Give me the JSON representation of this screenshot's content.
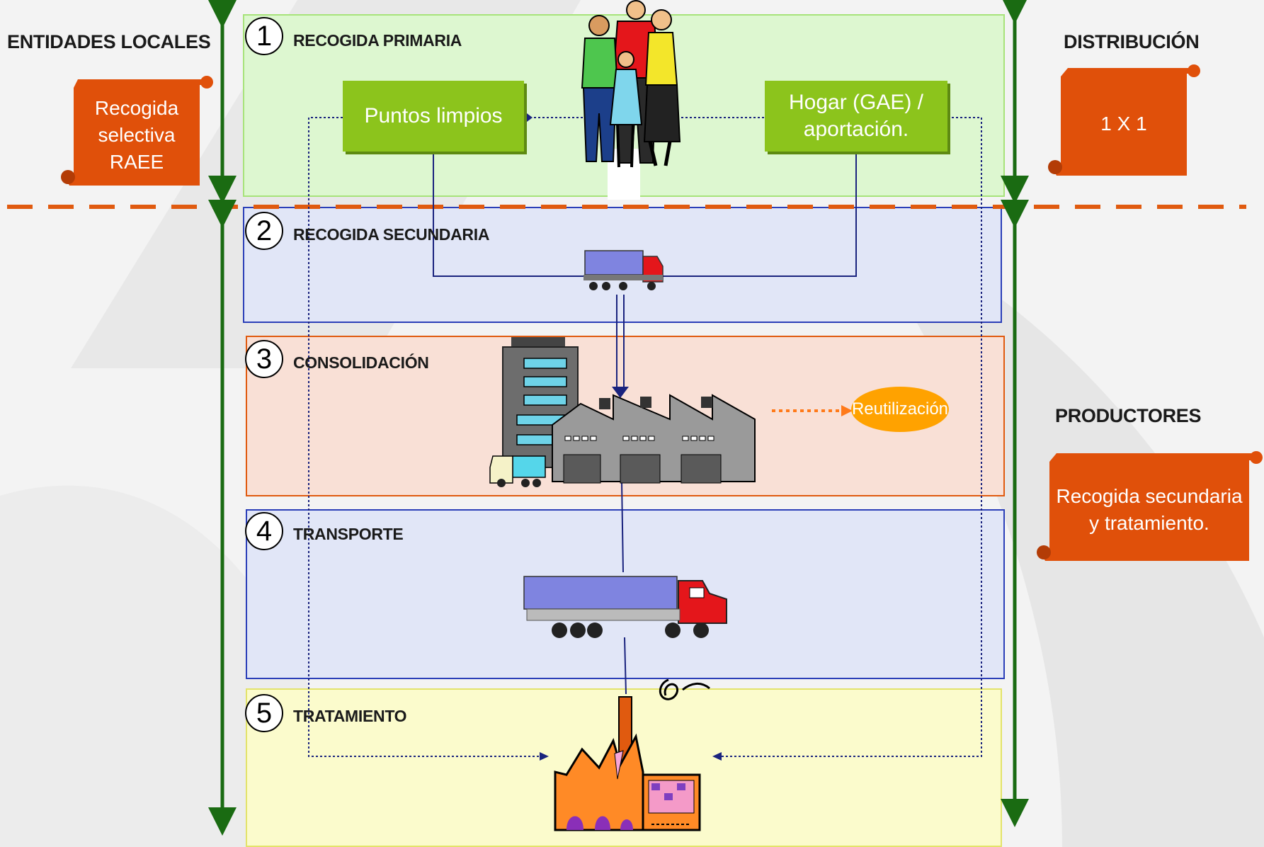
{
  "side_labels": {
    "left_top": "ENTIDADES LOCALES",
    "right_top": "DISTRIBUCIÓN",
    "right_mid": "PRODUCTORES"
  },
  "scrolls": {
    "left": [
      "Recogida",
      "selectiva",
      "RAEE"
    ],
    "right_top": [
      "1 X 1"
    ],
    "right_mid": [
      "Recogida secundaria",
      "y tratamiento."
    ]
  },
  "stages": [
    {
      "number": "1",
      "label": "RECOGIDA PRIMARIA"
    },
    {
      "number": "2",
      "label": "RECOGIDA SECUNDARIA"
    },
    {
      "number": "3",
      "label": "CONSOLIDACIÓN"
    },
    {
      "number": "4",
      "label": "TRANSPORTE"
    },
    {
      "number": "5",
      "label": "TRATAMIENTO"
    }
  ],
  "boxes": {
    "clean_points": "Puntos limpios",
    "home": [
      "Hogar (GAE) /",
      "aportación."
    ]
  },
  "reuse": "Reutilización",
  "icons": [
    "family-icon",
    "truck-icon",
    "factory-icon",
    "small-truck-icon",
    "treatment-plant-icon"
  ],
  "colors": {
    "stage1": "#ddf7d0",
    "stage2": "#e1e6f7",
    "stage3": "#f9e0d6",
    "stage4": "#e1e6f7",
    "stage5": "#fbfbcc",
    "scroll": "#e0500a",
    "green_box": "#8cc41c",
    "arrow_green": "#1a6b12",
    "divider": "#e05a0f",
    "line_blue": "#1a237e"
  }
}
